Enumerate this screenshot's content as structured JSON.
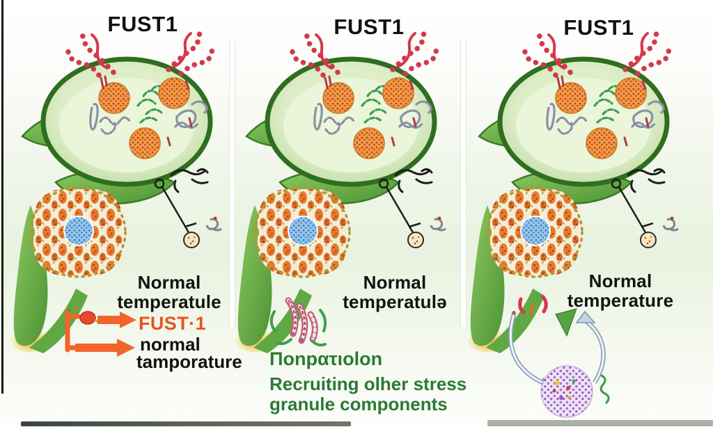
{
  "figure": {
    "background_tint": "#eef5e7",
    "accent_orange": "#e8531f",
    "caption_green": "#2c7a33",
    "chain_red": "#d5384a",
    "cell_border_green": "#2f6e1f",
    "granule_orange": "#f39c42",
    "nucleus_blue": "#92c6ec",
    "stress_granule_purple": "#b488d0"
  },
  "panels": [
    {
      "title": "FUST1",
      "temp_line1": "Normal",
      "temp_line2": "temperatule",
      "legend": {
        "arrow1_label": "FUST·1",
        "arrow2_line1": "normal",
        "arrow2_line2": "tamporature"
      }
    },
    {
      "title": "FUST1",
      "temp_line1": "Normal",
      "temp_line2": "temperatulə",
      "caption_top": "Ποnpατιolon",
      "caption_line1": "Recruiting olher stress",
      "caption_line2": "granule components"
    },
    {
      "title": "FUST1",
      "temp_line1": "Normal",
      "temp_line2": "temperature"
    }
  ]
}
